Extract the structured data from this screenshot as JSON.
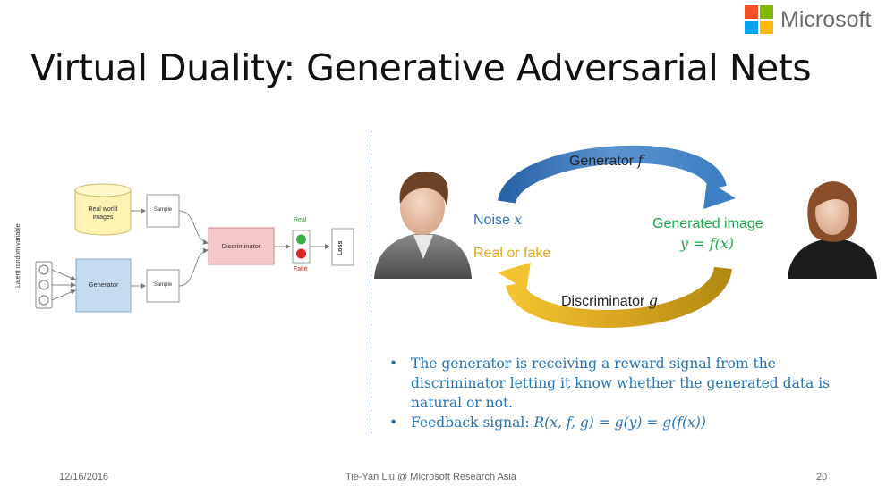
{
  "slide": {
    "title": "Virtual Duality: Generative Adversarial Nets",
    "logo_text": "Microsoft",
    "logo_colors": [
      "#f25022",
      "#7fba00",
      "#00a4ef",
      "#ffb900"
    ]
  },
  "left_diagram": {
    "latent_label": "Latent random variable",
    "real_images": "Real world images",
    "generator": "Generator",
    "sample_top": "Sample",
    "sample_bottom": "Sample",
    "discriminator": "Discriminator",
    "real": "Real",
    "fake": "Fake",
    "loss": "Loss",
    "colors": {
      "real_images_fill": "#fff2b3",
      "generator_fill": "#c5dbf0",
      "discriminator_fill": "#f4c7c8"
    }
  },
  "cycle": {
    "generator_label": "Generator",
    "generator_var": "f",
    "noise_label": "Noise",
    "noise_var": "x",
    "generated_label": "Generated image",
    "generated_formula": "y = f(x)",
    "real_or_fake": "Real or fake",
    "discriminator_label": "Discriminator",
    "discriminator_var": "g",
    "colors": {
      "noise": "#2f6fb0",
      "generated": "#1fa64a",
      "real_or_fake": "#e6a817"
    }
  },
  "bullets": {
    "b1": "The generator is receiving a reward signal from the discriminator letting it know whether the generated data is natural or not.",
    "b2_label": "Feedback signal: ",
    "b2_formula": "R(x, f, g) = g(y) = g(f(x))"
  },
  "footer": {
    "date": "12/16/2016",
    "author": "Tie-Yan Liu @ Microsoft Research Asia",
    "page": "20"
  }
}
